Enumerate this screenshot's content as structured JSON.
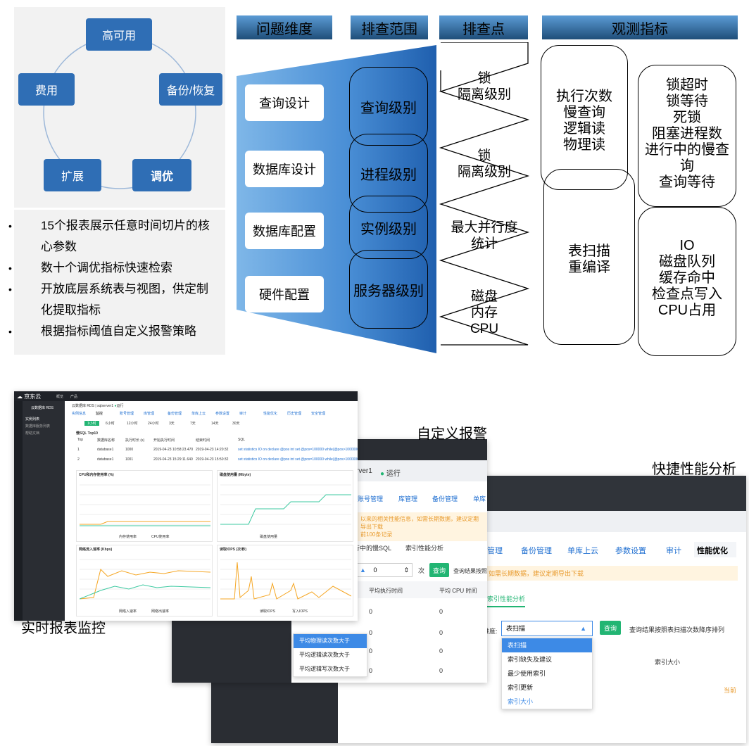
{
  "cycle": {
    "nodes": [
      "高可用",
      "备份/恢复",
      "调优",
      "扩展",
      "费用"
    ],
    "colors": {
      "node": "#2f6eb5",
      "panel": "#f2f2f2"
    }
  },
  "bullets": [
    "15个报表展示任意时间切片的核心参数",
    "数十个调优指标快速检索",
    "开放底层系统表与视图，供定制化提取指标",
    "根据指标阈值自定义报警策略"
  ],
  "diagram": {
    "headers": [
      "问题维度",
      "排查范围",
      "排查点",
      "观测指标"
    ],
    "categories": [
      "查询设计",
      "数据库设计",
      "数据库配置",
      "硬件配置"
    ],
    "levels": [
      "查询级别",
      "进程级别",
      "实例级别",
      "服务器级别"
    ],
    "points": [
      [
        "锁",
        "隔离级别"
      ],
      [
        "锁",
        "隔离级别"
      ],
      [
        "最大并行度",
        "统计"
      ],
      [
        "磁盘",
        "内存",
        "CPU"
      ]
    ],
    "metrics": {
      "left_top": [
        "执行次数",
        "慢查询",
        "逻辑读",
        "物理读"
      ],
      "right_top": [
        "锁超时",
        "锁等待",
        "死锁",
        "阻塞进程数",
        "进行中的慢查",
        "询",
        "查询等待"
      ],
      "left_bottom": [
        "表扫描",
        "重编译"
      ],
      "right_bottom": [
        "IO",
        "磁盘队列",
        "缓存命中",
        "检查点写入",
        "CPU占用"
      ]
    }
  },
  "captions": {
    "realtime": "实时报表监控",
    "alert": "自定义报警",
    "perf": "快捷性能分析"
  },
  "shot1": {
    "brand": "京东云",
    "nav": [
      "概览",
      "产品"
    ],
    "product": "云数据库 RDS",
    "breadcrumb": "云数据库 RDS",
    "instance": "sqlserver1",
    "status": "运行",
    "sidebar": [
      "实例列表",
      "数据库服务列表",
      "帮助文档"
    ],
    "tabs": [
      "实例信息",
      "监控",
      "账号管理",
      "库管理",
      "备份管理",
      "单库上云",
      "参数设置",
      "审计",
      "性能优化",
      "历史管理",
      "安全管理"
    ],
    "time_tabs": [
      "1小时",
      "6小时",
      "12小时",
      "24小时",
      "3天",
      "7天",
      "14天",
      "30天"
    ],
    "table_title": "慢SQL Top10",
    "table_headers": [
      "Top",
      "数据库名称",
      "执行时长 (s)",
      "开始执行时间",
      "结束时间",
      "SQL"
    ],
    "table_rows": [
      [
        "1",
        "database1",
        "1000",
        "2019-04-23 10:58:23.470",
        "2019-04-23 14:20:32",
        "set statistics IO on declare @pos int set @pos=100000 while(@pos>100000000 begin INSERT ..."
      ],
      [
        "2",
        "database1",
        "1001",
        "2019-04-23 15:29:11.640",
        "2019-04-23 15:50:32",
        "set statistics IO on declare @pos int set @pos=100000 while(@pos>100000000 begin INSERT ..."
      ]
    ],
    "charts": [
      {
        "title": "CPU和内存使用率 (%)",
        "legend": [
          "内存使用率",
          "CPU使用率"
        ]
      },
      {
        "title": "磁盘使用量 (Mbyte)",
        "legend": [
          "磁盘使用量"
        ]
      },
      {
        "title": "网络流入速率 (Kbps)",
        "legend": [
          "网络入速率",
          "网络出速率"
        ]
      },
      {
        "title": "读取IOPS (次/秒)",
        "legend": [
          "读取IOPS",
          "写入IOPS"
        ]
      }
    ]
  },
  "shot2": {
    "instance": "rver1",
    "status": "运行",
    "tabs": [
      "账号管理",
      "库管理",
      "备份管理",
      "单库"
    ],
    "warning": [
      "以来的相关性能信息，如需长期数据，建议定期导出下载",
      "前100条记录"
    ],
    "subtabs": [
      "行中的慢SQL",
      "索引性能分析"
    ],
    "stepper_value": "0",
    "unit": "次",
    "query_label": "查询",
    "query_hint": "查询结果按照",
    "columns": [
      "平均执行时间",
      "平均 CPU 时间"
    ],
    "rows": [
      [
        "0",
        "0"
      ],
      [
        "0",
        "0"
      ],
      [
        "0",
        "0"
      ],
      [
        "0",
        "0"
      ]
    ],
    "dropdown": [
      "平均物理读次数大于",
      "平均逻辑读次数大于",
      "平均逻辑写次数大于"
    ]
  },
  "shot3": {
    "tabs": [
      "管理",
      "备份管理",
      "单库上云",
      "参数设置",
      "审计",
      "性能优化"
    ],
    "warning": "如需长期数据，建议定期导出下载",
    "subtab": "索引性能分析",
    "dim_label": "维度:",
    "select_value": "表扫描",
    "query_label": "查询",
    "query_hint": "查询结果按照表扫描次数降序排列",
    "column": "索引大小",
    "right_hint": "当前",
    "dropdown": [
      "表扫描",
      "索引缺失及建议",
      "最少使用索引",
      "索引更新",
      "索引大小"
    ]
  }
}
